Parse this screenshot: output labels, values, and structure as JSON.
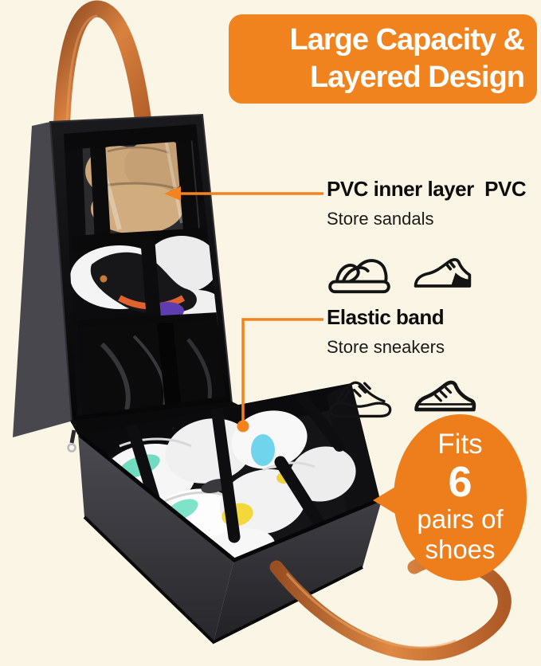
{
  "banner": {
    "line1": "Large Capacity &",
    "line2": "Layered Design"
  },
  "sections": {
    "pvc": {
      "title": "PVC inner layer  PVC",
      "subtitle": "Store sandals",
      "icons": [
        "sandal-icon",
        "loafer-shoe-icon"
      ]
    },
    "elastic": {
      "title": "Elastic band",
      "subtitle": "Store sneakers",
      "icons": [
        "chunky-sneaker-icon",
        "running-shoe-icon"
      ]
    }
  },
  "badge": {
    "top": "Fits",
    "number": "6",
    "mid": "pairs of",
    "bottom": "shoes"
  },
  "photo": {
    "subject": "open black shoe organizer bag with tan leather handles",
    "callout_targets": [
      "pvc-inner-layer-arrow",
      "elastic-band-pointer"
    ]
  },
  "colors": {
    "background": "#FAF5E4",
    "banner_orange": "#F0831E",
    "badge_orange": "#EE7E1C",
    "callout_line": "#F5831D",
    "handle_tan": "#C96F35",
    "bag_black": "#121214",
    "heading_text": "#0D0D0D",
    "badge_text": "#FFFFFF"
  }
}
